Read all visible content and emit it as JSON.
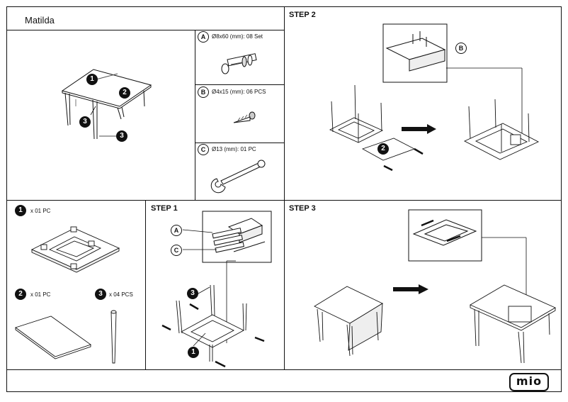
{
  "header": {
    "title": "Matilda"
  },
  "parts": [
    {
      "badge": "A",
      "spec": "Ø8x60 (mm): 08 Set"
    },
    {
      "badge": "B",
      "spec": "Ø4x15 (mm): 06 PCS"
    },
    {
      "badge": "C",
      "spec": "Ø13 (mm): 01 PC"
    }
  ],
  "overview": {
    "labels": [
      "1",
      "2",
      "3",
      "3"
    ]
  },
  "components": [
    {
      "num": "1",
      "count": "x  01 PC"
    },
    {
      "num": "2",
      "count": "x  01 PC"
    },
    {
      "num": "3",
      "count": "x  04 PCS"
    }
  ],
  "steps": {
    "step1": {
      "title": "STEP 1",
      "labels": [
        "A",
        "C",
        "3",
        "1"
      ]
    },
    "step2": {
      "title": "STEP 2",
      "labels": [
        "B",
        "2"
      ]
    },
    "step3": {
      "title": "STEP 3"
    }
  },
  "brand": {
    "logo": "mio"
  }
}
